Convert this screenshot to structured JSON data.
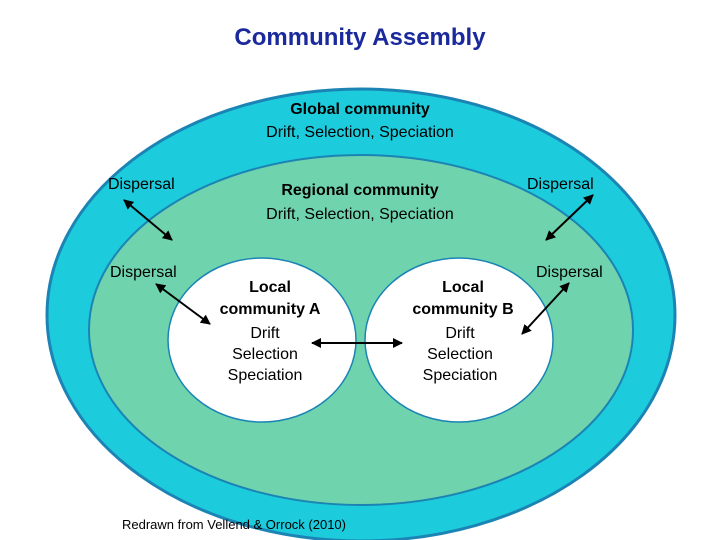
{
  "title": "Community Assembly",
  "global": {
    "title": "Global community",
    "processes": "Drift, Selection, Speciation"
  },
  "regional": {
    "title": "Regional community",
    "processes": "Drift, Selection, Speciation"
  },
  "local_a": {
    "title_line1": "Local",
    "title_line2": "community A",
    "processes": [
      "Drift",
      "Selection",
      "Speciation"
    ]
  },
  "local_b": {
    "title_line1": "Local",
    "title_line2": "community B",
    "processes": [
      "Drift",
      "Selection",
      "Speciation"
    ]
  },
  "dispersal_labels": [
    "Dispersal",
    "Dispersal",
    "Dispersal",
    "Dispersal"
  ],
  "citation": "Redrawn from Vellend & Orrock (2010)",
  "colors": {
    "title": "#1a2a9c",
    "global_fill": "#1ccbdc",
    "global_stroke": "#1b84b4",
    "regional_fill": "#6fd4ad",
    "regional_stroke": "#1b84b4",
    "local_fill": "#ffffff",
    "arrow": "#000000"
  }
}
